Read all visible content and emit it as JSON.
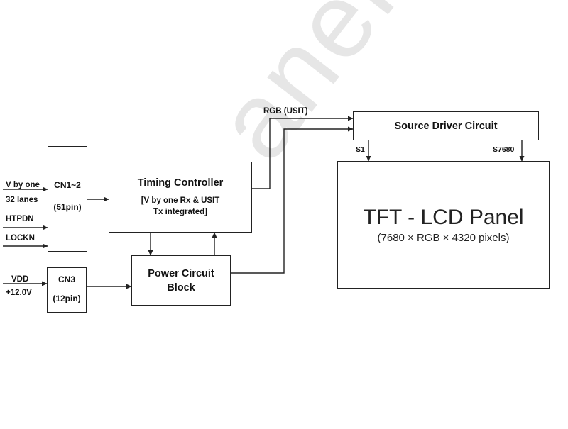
{
  "watermark": "anelook",
  "inputs": {
    "vbyone": "V by one",
    "lanes": "32 lanes",
    "htpdn": "HTPDN",
    "lockn": "LOCKN",
    "vdd": "VDD",
    "voltage": "+12.0V"
  },
  "cn1": {
    "line1": "CN1~2",
    "line2": "(51pin)"
  },
  "cn3": {
    "line1": "CN3",
    "line2": "(12pin)"
  },
  "timing_controller": {
    "title": "Timing Controller",
    "sub1": "[V by one Rx & USIT",
    "sub2": "Tx integrated]"
  },
  "power_circuit": {
    "line1": "Power Circuit",
    "line2": "Block"
  },
  "rgb_label": "RGB (USIT)",
  "source_driver": {
    "title": "Source Driver Circuit",
    "s1": "S1",
    "s7680": "S7680"
  },
  "tft_panel": {
    "title": "TFT - LCD Panel",
    "sub": "(7680 × RGB × 4320 pixels)"
  }
}
